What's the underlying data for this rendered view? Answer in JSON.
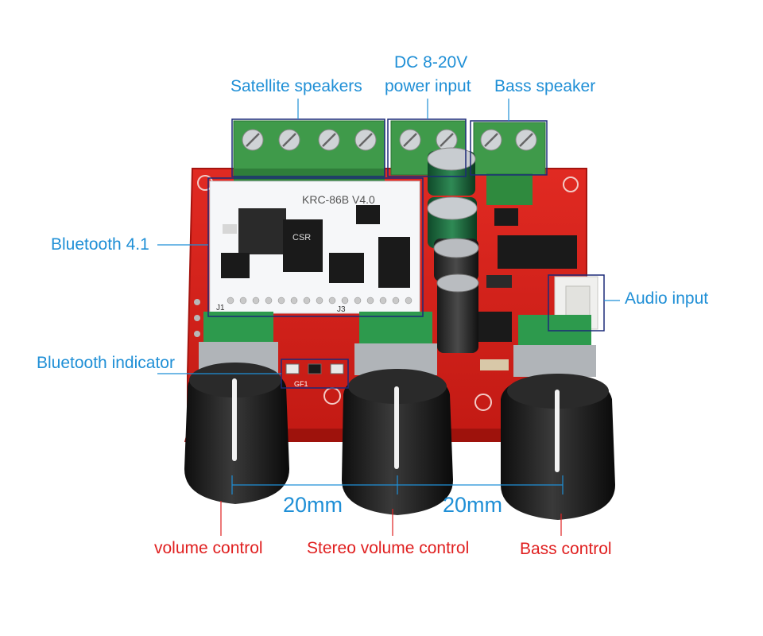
{
  "labels": {
    "satellite_speakers": "Satellite speakers",
    "dc_line1": "DC 8-20V",
    "dc_line2": "power input",
    "bass_speaker": "Bass speaker",
    "bluetooth": "Bluetooth 4.1",
    "audio_input": "Audio input",
    "bluetooth_indicator": "Bluetooth indicator",
    "volume_control": "volume control",
    "stereo_volume_control": "Stereo volume control",
    "bass_control": "Bass control"
  },
  "dimensions": {
    "left_spacing": "20mm",
    "right_spacing": "20mm"
  },
  "module": {
    "model": "KRC-86B  V4.0",
    "chip_text": "CSR",
    "pin_label_j1": "J1",
    "pin_label_j3": "J3",
    "gf_label": "GF1"
  },
  "colors": {
    "label_blue": "#1f8fd6",
    "label_red": "#e02020",
    "pcb_red": "#d9241c",
    "terminal_green": "#3f9a4a",
    "knob_black": "#1c1c1c",
    "frame_navy": "#1c2a78"
  }
}
